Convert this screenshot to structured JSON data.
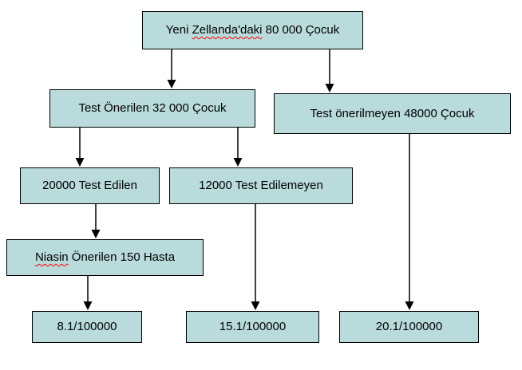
{
  "colors": {
    "box_fill": "#b9dbdb",
    "box_border": "#000000",
    "arrow": "#000000",
    "misspell_underline": "#ff0000"
  },
  "boxes": {
    "root": {
      "pre": "Yeni ",
      "flagged": "Zellanda'daki",
      "post": " 80 000 Çocuk"
    },
    "test_onerilen": {
      "label": "Test Önerilen 32 000 Çocuk"
    },
    "test_onerilmeyen": {
      "label": "Test önerilmeyen 48000 Çocuk"
    },
    "test_edilen": {
      "label": "20000 Test Edilen"
    },
    "test_edilemeyen": {
      "label": "12000 Test Edilemeyen"
    },
    "niasin": {
      "flagged": "Niasin",
      "post": " Önerilen 150 Hasta"
    },
    "rate_left": {
      "label": "8.1/100000"
    },
    "rate_middle": {
      "label": "15.1/100000"
    },
    "rate_right": {
      "label": "20.1/100000"
    }
  }
}
